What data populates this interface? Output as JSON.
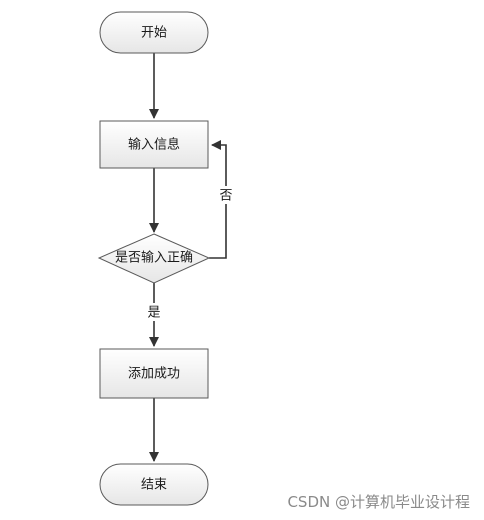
{
  "flowchart": {
    "start": {
      "label": "开始"
    },
    "input": {
      "label": "输入信息"
    },
    "decision": {
      "label": "是否输入正确"
    },
    "success": {
      "label": "添加成功"
    },
    "end": {
      "label": "结束"
    },
    "edges": {
      "no_label": "否",
      "yes_label": "是"
    }
  },
  "watermark": {
    "text": "CSDN @计算机毕业设计程"
  },
  "colors": {
    "node_fill_top": "#ffffff",
    "node_fill_bottom": "#e6e6e6",
    "node_stroke": "#5a5a5a",
    "edge_stroke": "#333333"
  }
}
